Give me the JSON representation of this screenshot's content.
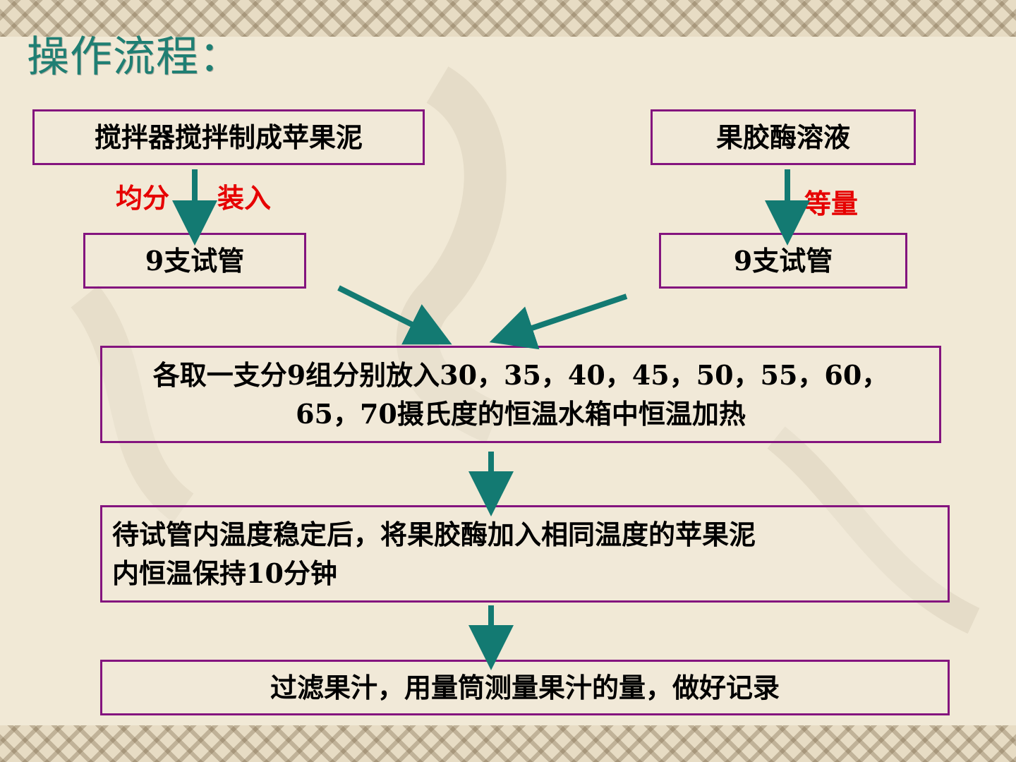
{
  "title": "操作流程：",
  "boxes": {
    "apple_puree": "搅拌器搅拌制成苹果泥",
    "pectinase": "果胶酶溶液",
    "tubes_left": "9支试管",
    "tubes_right": "9支试管",
    "incubate_line1": "各取一支分9组分别放入30，35，40，45，50，55，60，",
    "incubate_line2": "65，70摄氏度的恒温水箱中恒温加热",
    "mix_line1": "待试管内温度稳定后，将果胶酶加入相同温度的苹果泥",
    "mix_line2": "内恒温保持10分钟",
    "filter": "过滤果汁，用量筒测量果汁的量，做好记录"
  },
  "labels": {
    "divide": "均分",
    "load": "装入",
    "equal": "等量"
  },
  "colors": {
    "title": "#1f7f73",
    "box_border": "#84147e",
    "arrow": "#137a72",
    "label_red": "#e60000"
  }
}
